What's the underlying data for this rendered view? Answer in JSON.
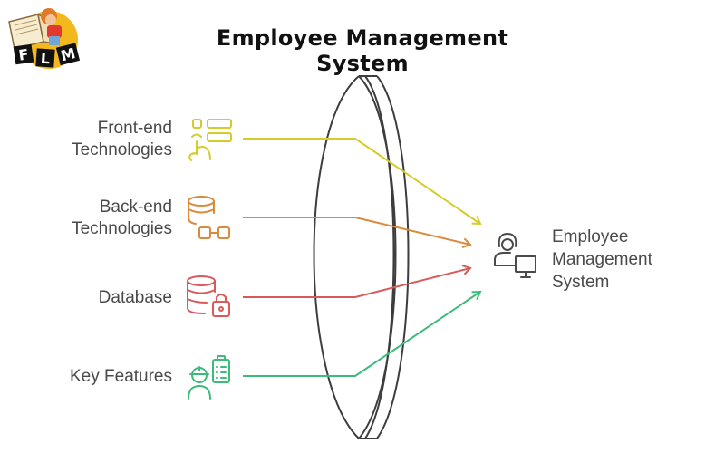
{
  "title": "Employee Management System",
  "logo": {
    "text": "FLM",
    "letters": [
      "F",
      "L",
      "M"
    ]
  },
  "inputs": [
    {
      "label_line1": "Front-end",
      "label_line2": "Technologies",
      "icon": "touch-list-icon",
      "color": "#d4cc2a"
    },
    {
      "label_line1": "Back-end",
      "label_line2": "Technologies",
      "icon": "database-link-icon",
      "color": "#d98a3d"
    },
    {
      "label_line1": "Database",
      "label_line2": "",
      "icon": "database-lock-icon",
      "color": "#d95a5a"
    },
    {
      "label_line1": "Key Features",
      "label_line2": "",
      "icon": "worker-checklist-icon",
      "color": "#3dbb7a"
    }
  ],
  "output": {
    "line1": "Employee",
    "line2": "Management",
    "line3": "System",
    "icon": "user-monitor-icon",
    "color": "#4a4a4a"
  },
  "lens": {
    "color": "#3d3d3d"
  }
}
